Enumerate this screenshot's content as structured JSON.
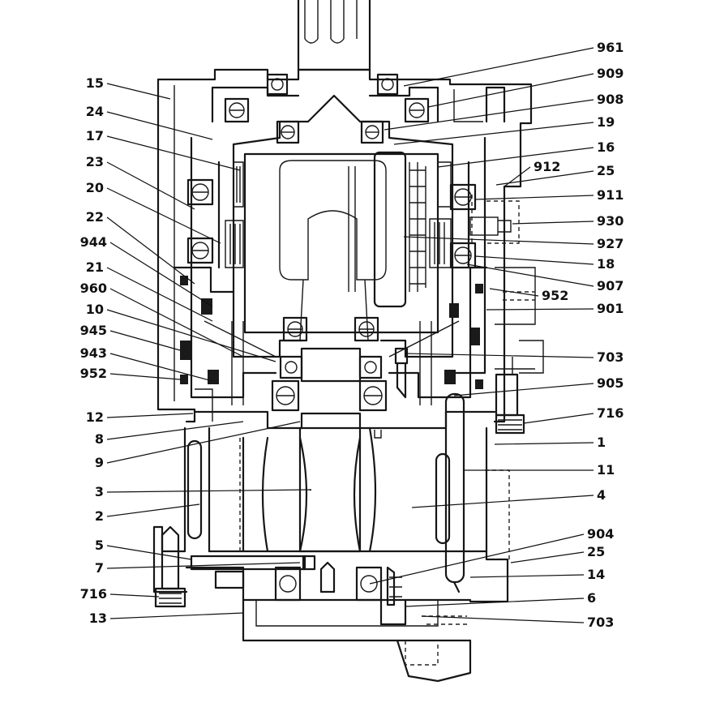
{
  "labels": {
    "left": [
      "15",
      "24",
      "17",
      "23",
      "20",
      "22",
      "944",
      "21",
      "960",
      "10",
      "945",
      "943",
      "952",
      "12",
      "8",
      "9",
      "3",
      "2",
      "5",
      "7",
      "716",
      "13"
    ],
    "right": [
      "961",
      "909",
      "908",
      "19",
      "16",
      "912",
      "25",
      "911",
      "930",
      "927",
      "18",
      "907",
      "952",
      "901",
      "703",
      "905",
      "716",
      "1",
      "11",
      "4",
      "904",
      "25",
      "14",
      "6",
      "703"
    ]
  },
  "colors": {
    "ink": "#161616",
    "paper": "#ffffff"
  }
}
